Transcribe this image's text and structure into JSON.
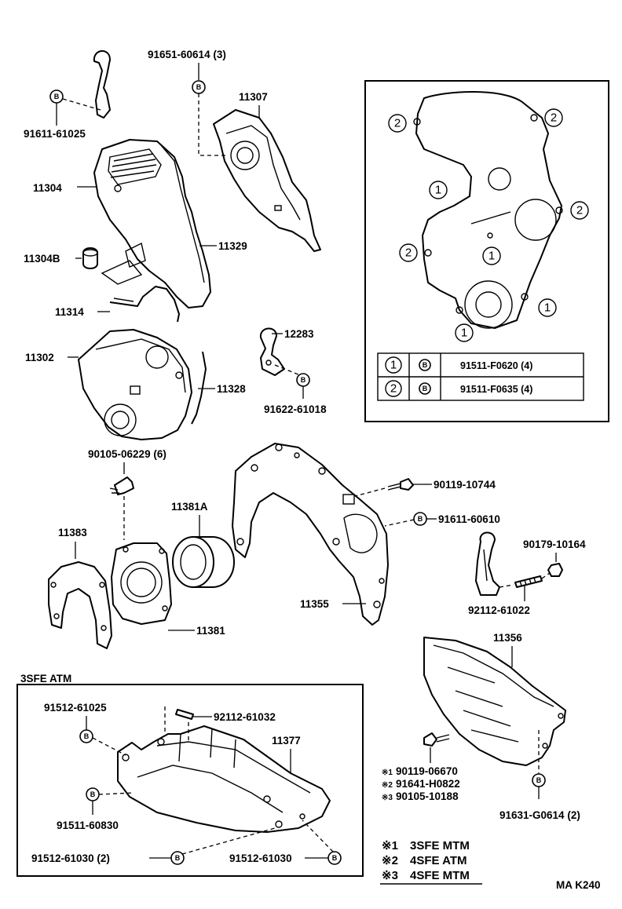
{
  "labels": {
    "p91651": "91651-60614 (3)",
    "p11307": "11307",
    "p91611a": "91611-61025",
    "p11304": "11304",
    "p11304B": "11304B",
    "p11329": "11329",
    "p11314": "11314",
    "p12283": "12283",
    "p11302": "11302",
    "p11328": "11328",
    "p91622": "91622-61018",
    "p90105": "90105-06229 (6)",
    "p90119a": "90119-10744",
    "p91611b": "91611-60610",
    "p11381A": "11381A",
    "p11383": "11383",
    "p90179": "90179-10164",
    "p11355": "11355",
    "p92112a": "92112-61022",
    "p11381": "11381",
    "p11356": "11356",
    "p90119b": "90119-06670",
    "p91641": "91641-H0822",
    "p90105b": "90105-10188",
    "p91631": "91631-G0614 (2)",
    "ref": "MA K240"
  },
  "markers": {
    "m1": "※1",
    "m2": "※2",
    "m3": "※3"
  },
  "bolt_symbol": "B",
  "inset_bolt_table": {
    "rows": [
      {
        "num": "1",
        "part": "91511-F0620 (4)"
      },
      {
        "num": "2",
        "part": "91511-F0635 (4)"
      }
    ]
  },
  "inset_callouts": [
    "2",
    "2",
    "1",
    "2",
    "2",
    "1",
    "1",
    "1"
  ],
  "atm_box": {
    "title": "3SFE ATM",
    "p91512a": "91512-61025",
    "p92112": "92112-61032",
    "p11377": "11377",
    "p91511": "91511-60830",
    "p91512b": "91512-61030 (2)",
    "p91512c": "91512-61030"
  },
  "legend": [
    {
      "mark": "※1",
      "text": "3SFE MTM"
    },
    {
      "mark": "※2",
      "text": "4SFE ATM"
    },
    {
      "mark": "※3",
      "text": "4SFE MTM"
    }
  ]
}
